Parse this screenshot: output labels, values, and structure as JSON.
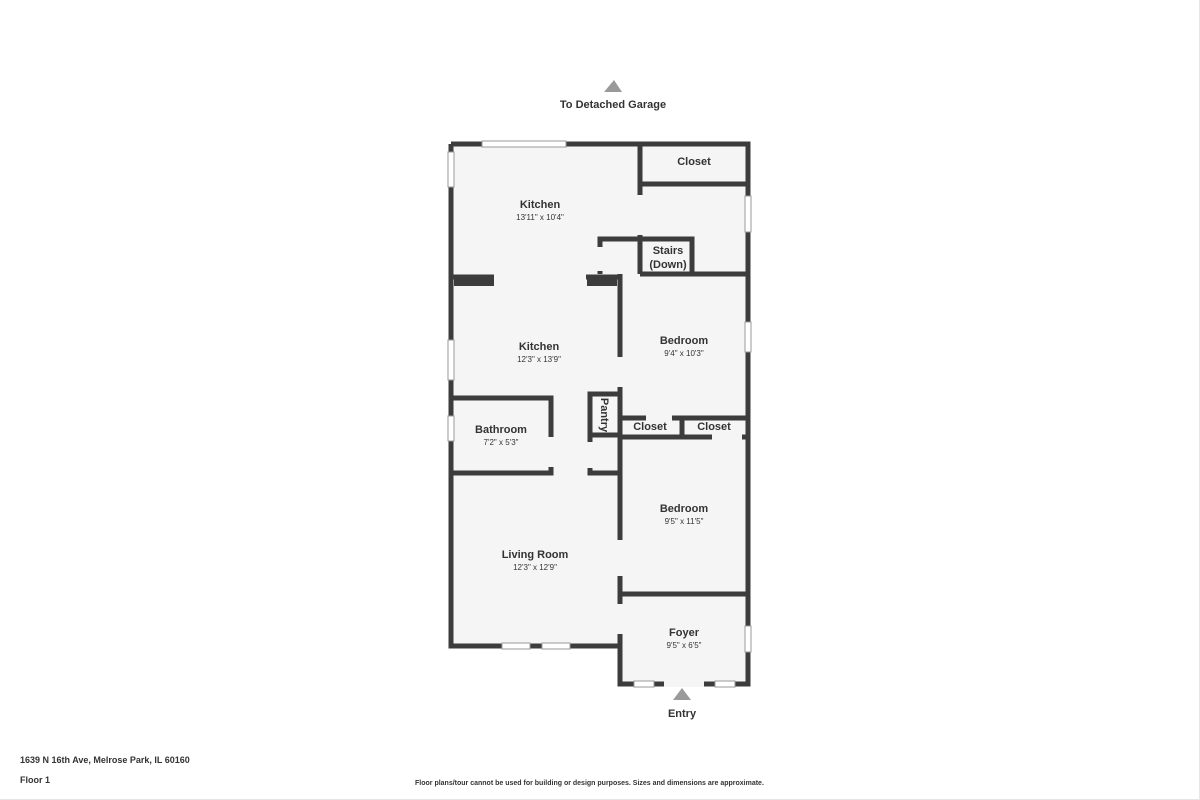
{
  "plan": {
    "garage_label": "To Detached Garage",
    "entry_label": "Entry",
    "rooms": {
      "kitchen_upper": {
        "name": "Kitchen",
        "dims": "13'11\" x 10'4\""
      },
      "kitchen_lower": {
        "name": "Kitchen",
        "dims": "12'3\" x 13'9\""
      },
      "bathroom": {
        "name": "Bathroom",
        "dims": "7'2\" x 5'3\""
      },
      "living_room": {
        "name": "Living Room",
        "dims": "12'3\" x 12'9\""
      },
      "bedroom_upper": {
        "name": "Bedroom",
        "dims": "9'4\" x 10'3\""
      },
      "bedroom_lower": {
        "name": "Bedroom",
        "dims": "9'5\" x 11'5\""
      },
      "foyer": {
        "name": "Foyer",
        "dims": "9'5\" x 6'5\""
      },
      "closet_top": {
        "name": "Closet"
      },
      "closet_left": {
        "name": "Closet"
      },
      "closet_right": {
        "name": "Closet"
      },
      "pantry": {
        "name": "Pantry"
      },
      "stairs": {
        "line1": "Stairs",
        "line2": "(Down)"
      }
    }
  },
  "footer": {
    "address": "1639 N 16th Ave, Melrose Park, IL 60160",
    "floor": "Floor 1",
    "disclaimer": "Floor plans/tour cannot be used for building or design purposes. Sizes and dimensions are approximate."
  },
  "colors": {
    "wall": "#3c3c3c",
    "floor": "#f5f5f5",
    "window": "#ffffff"
  }
}
